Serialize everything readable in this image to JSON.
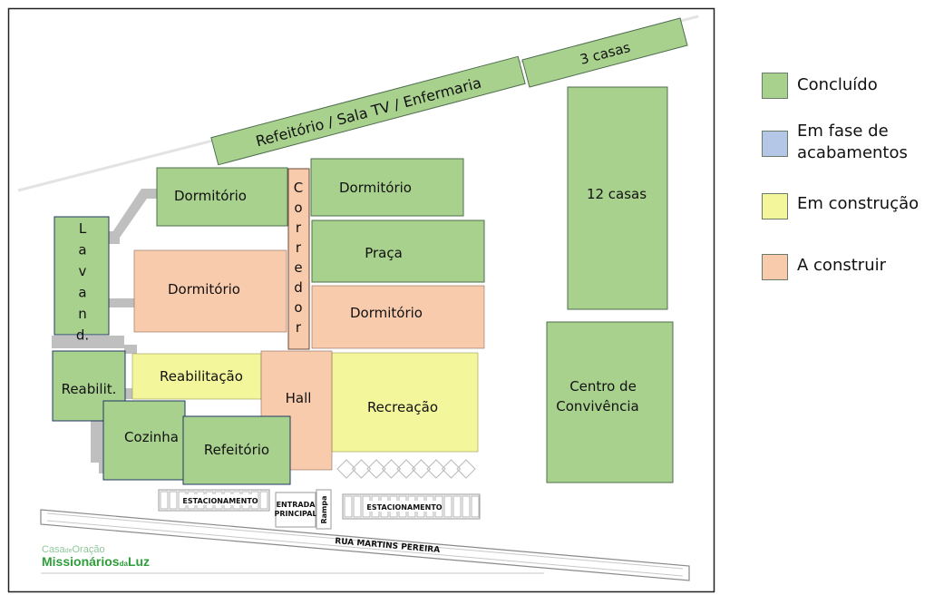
{
  "colors": {
    "concluido": "#a9d18e",
    "acabamentos": "#b4c7e7",
    "construcao": "#f4f69b",
    "a_construir": "#f8cbad",
    "border": "#4f6d4f",
    "path": "#bfbfbf",
    "brand_green": "#2e9e3a"
  },
  "legend": [
    {
      "key": "concluido",
      "label": "Concluído"
    },
    {
      "key": "acabamentos",
      "label": "Em fase de acabamentos"
    },
    {
      "key": "construcao",
      "label": "Em construção"
    },
    {
      "key": "a_construir",
      "label": "A construir"
    }
  ],
  "buildings": {
    "refeitorio_sala_tv": {
      "label": "Refeitório / Sala TV / Enfermaria",
      "status": "concluido"
    },
    "tres_casas": {
      "label": "3 casas",
      "status": "concluido"
    },
    "doze_casas": {
      "label": "12 casas",
      "status": "concluido"
    },
    "centro_convivencia": {
      "label_lines": [
        "Centro de",
        "Convivência"
      ],
      "status": "concluido"
    },
    "dormitorio_top_left": {
      "label": "Dormitório",
      "status": "concluido"
    },
    "dormitorio_top_right": {
      "label": "Dormitório",
      "status": "concluido"
    },
    "praca": {
      "label": "Praça",
      "status": "concluido"
    },
    "dormitorio_mid_left": {
      "label": "Dormitório",
      "status": "a_construir"
    },
    "dormitorio_mid_right": {
      "label": "Dormitório",
      "status": "a_construir"
    },
    "corredor": {
      "label": "Corredor",
      "status": "a_construir"
    },
    "lavanderia": {
      "label": "Lavand.",
      "status": "concluido"
    },
    "reabilitacao_small": {
      "label": "Reabilit.",
      "status": "concluido"
    },
    "reabilitacao": {
      "label": "Reabilitação",
      "status": "construcao"
    },
    "hall": {
      "label": "Hall",
      "status": "a_construir"
    },
    "recreacao": {
      "label": "Recreação",
      "status": "construcao"
    },
    "cozinha": {
      "label": "Cozinha",
      "status": "concluido"
    },
    "refeitorio": {
      "label": "Refeitório",
      "status": "concluido"
    }
  },
  "site": {
    "estacionamento_left": "ESTACIONAMENTO",
    "estacionamento_right": "ESTACIONAMENTO",
    "entrada_lines": [
      "ENTRADA",
      "PRINCIPAL"
    ],
    "rampa": "Rampa",
    "street": "RUA MARTINS PEREIRA"
  },
  "logo": {
    "line1_a": "Casa",
    "line1_b": "de",
    "line1_c": "Oração",
    "line2_a": "Missionários",
    "line2_b": "da",
    "line2_c": "Luz"
  }
}
